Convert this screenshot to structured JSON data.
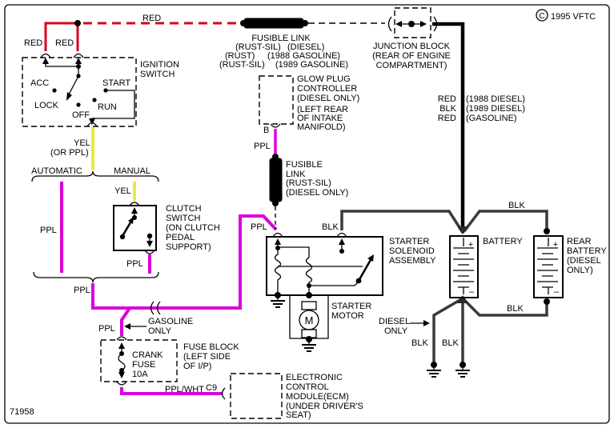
{
  "colors": {
    "red": "#d8001d",
    "yellow": "#ece93f",
    "magenta": "#dc00dc",
    "blk_wire": "#3a3a3a"
  },
  "copyright": {
    "symbol": "C",
    "text": "1995 VFTC"
  },
  "diagram_number": "71958",
  "top": {
    "red_feed": "RED",
    "red_left": "RED",
    "red_right": "RED",
    "fusible_link": {
      "title": "FUSIBLE LINK",
      "r1a": "(RUST-SIL)",
      "r1b": "(DIESEL)",
      "r2a": "(RUST)",
      "r2b": "(1988 GASOLINE)",
      "r3a": "(RUST-SIL)",
      "r3b": "(1989 GASOLINE)"
    },
    "junction_block": {
      "l1": "JUNCTION BLOCK",
      "l2": "(REAR OF ENGINE",
      "l3": "COMPARTMENT)"
    },
    "feed_table": {
      "c1": "RED",
      "n1": "(1988 DIESEL)",
      "c2": "BLK",
      "n2": "(1989 DIESEL)",
      "c3": "RED",
      "n3": "(GASOLINE)"
    }
  },
  "ignition": {
    "l1": "IGNITION",
    "l2": "SWITCH",
    "acc": "ACC",
    "start": "START",
    "lock": "LOCK",
    "run": "RUN",
    "off": "OFF",
    "out1": "YEL",
    "out2": "(OR PPL)"
  },
  "trans": {
    "automatic": "AUTOMATIC",
    "manual": "MANUAL",
    "auto_wire": "PPL",
    "man_wire": "YEL",
    "clutch_out": "PPL",
    "joined": "PPL"
  },
  "clutch": {
    "l1": "CLUTCH",
    "l2": "SWITCH",
    "l3": "(ON CLUTCH",
    "l4": "PEDAL",
    "l5": "SUPPORT)"
  },
  "glow": {
    "l1": "GLOW PLUG",
    "l2": "CONTROLLER",
    "l3": "(DIESEL ONLY)",
    "l4": "(LEFT REAR",
    "l5": "OF INTAKE",
    "l6": "MANIFOLD)",
    "term": "B",
    "wire": "PPL"
  },
  "fl_diesel": {
    "l1": "FUSIBLE",
    "l2": "LINK",
    "l3": "(RUST-SIL)",
    "l4": "(DIESEL ONLY)"
  },
  "solenoid": {
    "ppl": "PPL",
    "blk": "BLK",
    "l1": "STARTER",
    "l2": "SOLENOID",
    "l3": "ASSEMBLY"
  },
  "motor": {
    "m": "M",
    "l1": "STARTER",
    "l2": "MOTOR"
  },
  "battery": {
    "label": "BATTERY",
    "plus": "+",
    "minus": "–"
  },
  "rear_battery": {
    "l1": "REAR",
    "l2": "BATTERY",
    "l3": "(DIESEL",
    "l4": "ONLY)",
    "plus": "+",
    "minus": "–"
  },
  "bw": {
    "top": "BLK",
    "bottom": "BLK",
    "g1": "BLK",
    "g2": "BLK",
    "d1": "DIESEL",
    "d2": "ONLY"
  },
  "gas": {
    "l1": "GASOLINE",
    "l2": "ONLY",
    "wire": "PPL"
  },
  "fuse": {
    "f1": "CRANK",
    "f2": "FUSE",
    "f3": "10A",
    "l1": "FUSE BLOCK",
    "l2": "(LEFT SIDE",
    "l3": "OF I/P)"
  },
  "ecm": {
    "wire": "PPL/WHT",
    "conn": "C9",
    "l1": "ELECTRONIC",
    "l2": "CONTROL",
    "l3": "MODULE(ECM)",
    "l4": "(UNDER DRIVER'S",
    "l5": "SEAT)"
  }
}
